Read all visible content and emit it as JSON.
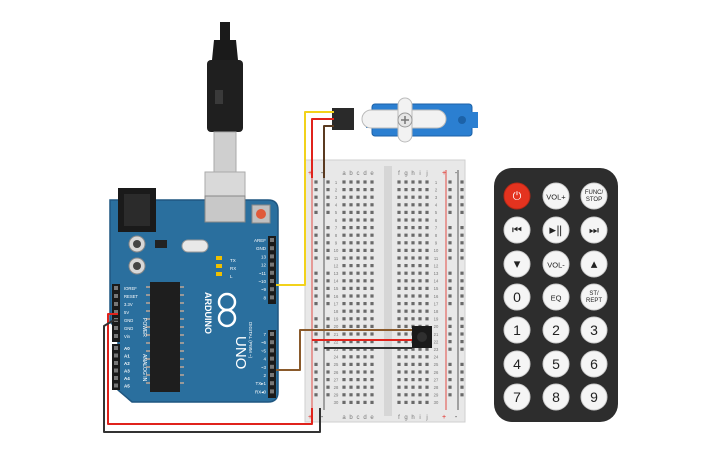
{
  "arduino": {
    "brand": "ARDUINO",
    "model": "UNO",
    "tx_label": "TX",
    "rx_label": "RX",
    "l_label": "L",
    "on_label": "ON",
    "power_header": "POWER",
    "analog_header": "ANALOG IN",
    "digital_header": "DIGITAL (PWM ~)",
    "power_pins": [
      "IOREF",
      "RESET",
      "3.3V",
      "5V",
      "GND",
      "GND",
      "Vin"
    ],
    "analog_pins": [
      "A0",
      "A1",
      "A2",
      "A3",
      "A4",
      "A5"
    ],
    "digital_top": [
      "AREF",
      "GND",
      "13",
      "12",
      "~11",
      "~10",
      "~9",
      "8"
    ],
    "digital_bottom": [
      "7",
      "~6",
      "~5",
      "4",
      "~3",
      "2",
      "TX▸1",
      "RX◂0"
    ]
  },
  "breadboard": {
    "col_letters_left": [
      "a",
      "b",
      "c",
      "d",
      "e"
    ],
    "col_letters_right": [
      "f",
      "g",
      "h",
      "i",
      "j"
    ],
    "plus": "+",
    "minus": "-",
    "row_numbers": [
      "1",
      "2",
      "3",
      "4",
      "5",
      "6",
      "7",
      "8",
      "9",
      "10",
      "11",
      "12",
      "13",
      "14",
      "15",
      "16",
      "17",
      "18",
      "19",
      "20",
      "21",
      "22",
      "23",
      "24",
      "25",
      "26",
      "27",
      "28",
      "29",
      "30"
    ]
  },
  "remote": {
    "buttons": [
      {
        "id": "power",
        "label": "⏻"
      },
      {
        "id": "vol-up",
        "label": "VOL+"
      },
      {
        "id": "func-stop",
        "label": "FUNC/\nSTOP"
      },
      {
        "id": "prev",
        "label": "⏮"
      },
      {
        "id": "play-pause",
        "label": "▶‖"
      },
      {
        "id": "next",
        "label": "⏭"
      },
      {
        "id": "down",
        "label": "▼"
      },
      {
        "id": "vol-down",
        "label": "VOL-"
      },
      {
        "id": "up",
        "label": "▲"
      },
      {
        "id": "zero",
        "label": "0"
      },
      {
        "id": "eq",
        "label": "EQ"
      },
      {
        "id": "st-rept",
        "label": "ST/\nREPT"
      },
      {
        "id": "one",
        "label": "1"
      },
      {
        "id": "two",
        "label": "2"
      },
      {
        "id": "three",
        "label": "3"
      },
      {
        "id": "four",
        "label": "4"
      },
      {
        "id": "five",
        "label": "5"
      },
      {
        "id": "six",
        "label": "6"
      },
      {
        "id": "seven",
        "label": "7"
      },
      {
        "id": "eight",
        "label": "8"
      },
      {
        "id": "nine",
        "label": "9"
      }
    ]
  },
  "colors": {
    "arduino_blue": "#2a6f9e",
    "wire_red": "#e0231c",
    "wire_black": "#333333",
    "wire_yellow": "#f2d21b",
    "wire_brown": "#8a5a2b",
    "servo_blue": "#2b7fd1",
    "remote_body": "#2d2d2d",
    "remote_power": "#e4331f"
  }
}
